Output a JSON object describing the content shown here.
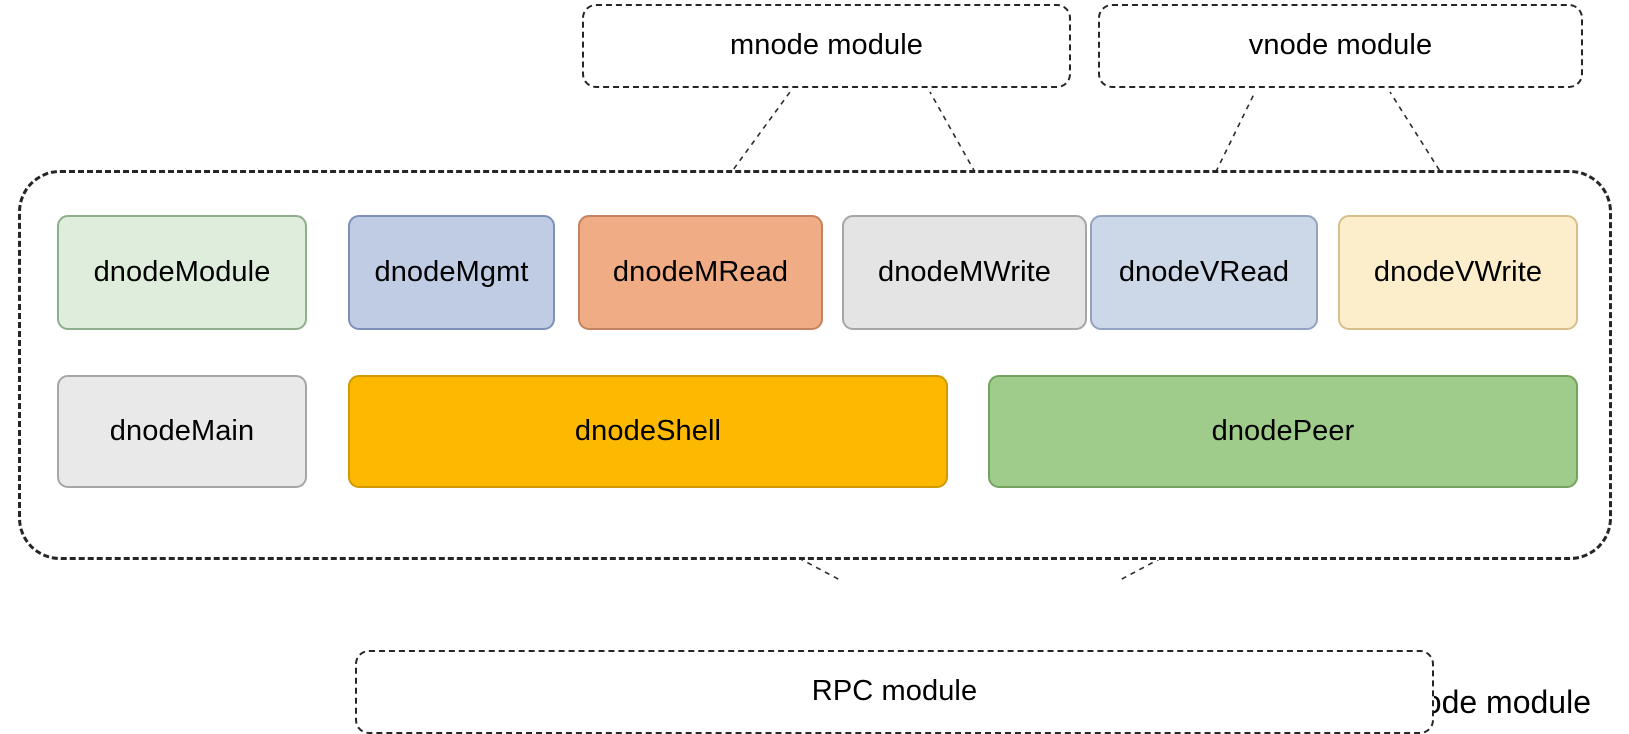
{
  "diagram": {
    "title_visible": false,
    "outer_modules": [
      {
        "id": "mnode-module",
        "label": "mnode module",
        "style": "dashed"
      },
      {
        "id": "vnode-module",
        "label": "vnode module",
        "style": "dashed"
      },
      {
        "id": "rpc-module",
        "label": "RPC module",
        "style": "dashed"
      }
    ],
    "dnode_module": {
      "label": "dnode module",
      "style": "dashed",
      "row1": [
        {
          "id": "dnodeModule",
          "label": "dnodeModule",
          "fill": "#dfeddd",
          "stroke": "#8fae8b"
        },
        {
          "id": "dnodeMgmt",
          "label": "dnodeMgmt",
          "fill": "#bfcce4",
          "stroke": "#7d90b8"
        },
        {
          "id": "dnodeMRead",
          "label": "dnodeMRead",
          "fill": "#f0ac84",
          "stroke": "#c4835f"
        },
        {
          "id": "dnodeMWrite",
          "label": "dnodeMWrite",
          "fill": "#e4e4e4",
          "stroke": "#a6a6a6"
        },
        {
          "id": "dnodeVRead",
          "label": "dnodeVRead",
          "fill": "#ccd7e8",
          "stroke": "#93a3bf"
        },
        {
          "id": "dnodeVWrite",
          "label": "dnodeVWrite",
          "fill": "#fdeecb",
          "stroke": "#d7bf8c"
        }
      ],
      "row2": [
        {
          "id": "dnodeMain",
          "label": "dnodeMain",
          "fill": "#e9e9e9",
          "stroke": "#a6a6a6"
        },
        {
          "id": "dnodeShell",
          "label": "dnodeShell",
          "fill": "#fcb900",
          "stroke": "#d09a00"
        },
        {
          "id": "dnodePeer",
          "label": "dnodePeer",
          "fill": "#9fcc8a",
          "stroke": "#74a25f"
        }
      ]
    },
    "connectors": [
      {
        "id": "mnode-to-dnodeMRead",
        "from": "mnode module",
        "to": "dnodeMRead",
        "style": "dashed"
      },
      {
        "id": "mnode-to-dnodeMWrite",
        "from": "mnode module",
        "to": "dnodeMWrite",
        "style": "dashed"
      },
      {
        "id": "vnode-to-dnodeVRead",
        "from": "vnode module",
        "to": "dnodeVRead",
        "style": "dashed"
      },
      {
        "id": "vnode-to-dnodeVWrite",
        "from": "vnode module",
        "to": "dnodeVWrite",
        "style": "dashed"
      },
      {
        "id": "dnodeShell-to-rpc",
        "from": "dnodeShell",
        "to": "RPC module",
        "style": "dashed"
      },
      {
        "id": "dnodePeer-to-rpc",
        "from": "dnodePeer",
        "to": "RPC module",
        "style": "dashed"
      }
    ]
  }
}
